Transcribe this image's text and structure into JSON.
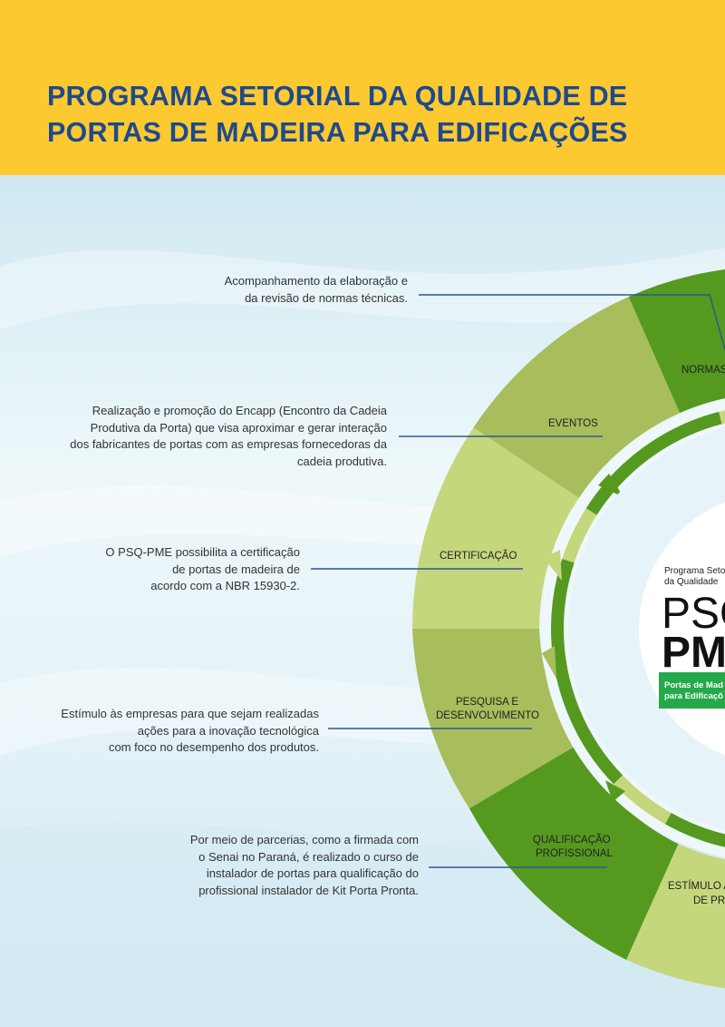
{
  "header": {
    "title_line1": "PROGRAMA SETORIAL DA QUALIDADE DE",
    "title_line2": "PORTAS DE MADEIRA PARA EDIFICAÇÕES"
  },
  "descriptions": {
    "normas": [
      "Acompanhamento da elaboração e",
      "da revisão de normas técnicas."
    ],
    "eventos": [
      "Realização e promoção do Encapp (Encontro da Cadeia",
      "Produtiva da Porta) que visa aproximar e gerar interação",
      "dos fabricantes de portas com as empresas fornecedoras da",
      "cadeia produtiva."
    ],
    "certificacao": [
      "O PSQ-PME possibilita a certificação",
      "de portas de madeira de",
      "acordo com a NBR 15930-2."
    ],
    "pesquisa": [
      "Estímulo às empresas para que sejam realizadas",
      "ações para a inovação tecnológica",
      "com foco no desempenho dos produtos."
    ],
    "qualificacao": [
      "Por meio de parcerias, como a firmada com",
      "o Senai no Paraná, é realizado o curso de",
      "instalador de portas para qualificação do",
      "profissional instalador de Kit Porta Pronta."
    ]
  },
  "segments": {
    "normas": "NORMAS",
    "eventos": "EVENTOS",
    "certificacao": "CERTIFICAÇÃO",
    "pesquisa_line1": "PESQUISA E",
    "pesquisa_line2": "DESENVOLVIMENTO",
    "qualificacao_line1": "QUALIFICAÇÃO",
    "qualificacao_line2": "PROFISSIONAL",
    "estimulo_line1": "ESTÍMULO A",
    "estimulo_line2": "DE PRO"
  },
  "logo": {
    "line1": "Programa Seto",
    "line2": "da Qualidade",
    "big1": "PSQ",
    "big2": "PME",
    "tag1": "Portas de Mad",
    "tag2": "para Edificaçõ"
  },
  "colors": {
    "header": "#fcc931",
    "title": "#1e4a8c",
    "dark_green": "#55991f",
    "mid_green": "#a8bd5c",
    "light_green": "#c5d77c",
    "logo_tag": "#24a94a",
    "leader_line": "#2c5797"
  }
}
